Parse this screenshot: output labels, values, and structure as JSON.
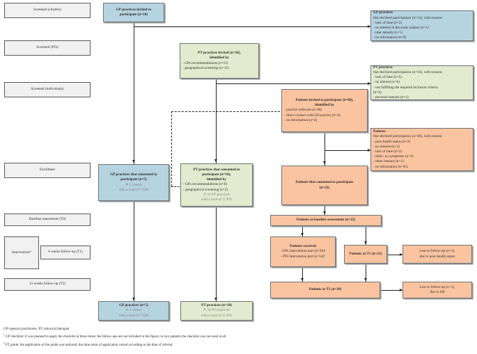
{
  "stage_labels": [
    {
      "id": "screened-clusters",
      "label": "Screened (clusters)"
    },
    {
      "id": "screened-pts",
      "label": "Screened (PTs)"
    },
    {
      "id": "screened-individuals",
      "label": "Screened (individuals)"
    },
    {
      "id": "enrolment",
      "label": "Enrolment"
    },
    {
      "id": "baseline",
      "label": "Baseline assessment (T0)"
    },
    {
      "id": "intervention",
      "label": "Intervention*"
    },
    {
      "id": "followup-t1",
      "label": "6 weeks follow-up (T1)"
    },
    {
      "id": "followup-t2",
      "label": "12 weeks follow-up (T2)"
    }
  ],
  "boxes": {
    "gp_invited": {
      "lines": [
        {
          "text": "GP practices invited to",
          "bold": true
        },
        {
          "text": "participate (n=18)",
          "bold": true
        }
      ],
      "color": "#b6d3e0"
    },
    "gp_declined": {
      "lines": [
        {
          "text": "GP practices",
          "bold": true
        },
        {
          "text": "that declined participation (n=13), with reasons",
          "bold": false
        },
        {
          "text": "- lack of time (n=2)",
          "bold": false
        },
        {
          "text": "- no interest in the study subject (n=1)",
          "bold": false
        },
        {
          "text": "- near annuity (n=1)",
          "bold": false
        },
        {
          "text": "- no information (n=9)",
          "bold": false
        }
      ],
      "color": "#b6d3e0"
    },
    "pt_invited": {
      "lines": [
        {
          "text": "PT practices invited (n=26),",
          "bold": true,
          "center": true
        },
        {
          "text": "identified by",
          "bold": true,
          "center": true
        },
        {
          "text": "- GPs recommendations (n=15)",
          "bold": false
        },
        {
          "text": "- geographical screening (n=11)",
          "bold": false
        }
      ],
      "color": "#e3ead0"
    },
    "pt_declined": {
      "lines": [
        {
          "text": "PT practices",
          "bold": true
        },
        {
          "text": "that declined participation (n=16), with reasons",
          "bold": false
        },
        {
          "text": "- lack of time (n=5)",
          "bold": false
        },
        {
          "text": "- no interest (n=6)",
          "bold": false
        },
        {
          "text": "- not fulfilling the required inclusion criteria",
          "bold": false
        },
        {
          "text": "  (n=4)",
          "bold": false
        },
        {
          "text": "- personal reasons (n=1)",
          "bold": false
        }
      ],
      "color": "#e3ead0"
    },
    "patients_invited": {
      "lines": [
        {
          "text": "Patients invited to participate (n=68),",
          "bold": true,
          "center": true
        },
        {
          "text": "identified by",
          "bold": true,
          "center": true
        },
        {
          "text": "- practice software (n=60)",
          "bold": false
        },
        {
          "text": "- direct contact with GP practice (n=4)",
          "bold": false
        },
        {
          "text": "- no information (n=4)",
          "bold": false
        }
      ],
      "color": "#fac4a1"
    },
    "patients_declined": {
      "lines": [
        {
          "text": "Patients",
          "bold": true
        },
        {
          "text": "that declined participation (n=46), with reasons",
          "bold": false
        },
        {
          "text": "- poor health status (n=3)",
          "bold": false
        },
        {
          "text": "- no interest (n=3)",
          "bold": false
        },
        {
          "text": "- lack of time (n=2)",
          "bold": false
        },
        {
          "text": "- mild / no symptoms (n=2)",
          "bold": false
        },
        {
          "text": "- other reasons (n=1)",
          "bold": false
        },
        {
          "text": "- no information (n=35)",
          "bold": false
        }
      ],
      "color": "#fac4a1"
    },
    "gp_consented": {
      "lines": [
        {
          "text": "GP practices that consented to",
          "bold": true
        },
        {
          "text": "participate (n=5)",
          "bold": true
        },
        {
          "text": "≙ 5 cluster",
          "bold": false,
          "grey": true
        },
        {
          "text": "with a total of 7 GPs",
          "bold": false,
          "grey": true
        }
      ],
      "color": "#b6d3e0"
    },
    "pt_consented": {
      "lines": [
        {
          "text": "PT practices that consented to",
          "bold": true,
          "center": true
        },
        {
          "text": "participate (n=10),",
          "bold": true,
          "center": true
        },
        {
          "text": "identified by",
          "bold": true,
          "center": true
        },
        {
          "text": "- GPs recommendations (n=8)",
          "bold": false
        },
        {
          "text": "- geographical screening (n=2)",
          "bold": false
        },
        {
          "text": "≙ 10 PT practices",
          "bold": false,
          "grey": true,
          "center": true
        },
        {
          "text": "with a total of 11 PTs",
          "bold": false,
          "grey": true,
          "center": true
        }
      ],
      "color": "#e3ead0"
    },
    "patients_consented": {
      "lines": [
        {
          "text": "Patients that consented to participate",
          "bold": true
        },
        {
          "text": "(n=22)",
          "bold": true
        }
      ],
      "color": "#fac4a1"
    },
    "patients_baseline": {
      "lines": [
        {
          "text": "Patients at baseline assessment (n=22)",
          "bold": true
        }
      ],
      "color": "#fac4a1"
    },
    "patients_received": {
      "lines": [
        {
          "text": "Patients received",
          "bold": true
        },
        {
          "text": "- GPs intervention part (n=20)¹",
          "bold": false
        },
        {
          "text": "- PTs intervention part (n=14)²",
          "bold": false
        }
      ],
      "color": "#fac4a1"
    },
    "patients_t1": {
      "lines": [
        {
          "text": "Patients at T1 (n=21)",
          "bold": true
        }
      ],
      "color": "#fac4a1"
    },
    "lost_t1": {
      "lines": [
        {
          "text": "Lost to follow-up (n=1),",
          "bold": false
        },
        {
          "text": "due to poor health status",
          "bold": false
        }
      ],
      "color": "#fac4a1"
    },
    "patients_t2": {
      "lines": [
        {
          "text": "Patients at T2 (n=20)",
          "bold": true
        }
      ],
      "color": "#fac4a1"
    },
    "lost_t2": {
      "lines": [
        {
          "text": "Lost to follow-up (n=1),",
          "bold": false
        },
        {
          "text": "due to fall",
          "bold": false
        }
      ],
      "color": "#fac4a1"
    },
    "gp_final": {
      "lines": [
        {
          "text": "GP practices (n=5)",
          "bold": true
        },
        {
          "text": "≙ 5 cluster",
          "bold": false,
          "grey": true
        },
        {
          "text": "with a total of 7 GPs",
          "bold": false,
          "grey": true
        }
      ],
      "color": "#b6d3e0"
    },
    "pt_final": {
      "lines": [
        {
          "text": "PT practices (n=10)",
          "bold": true
        },
        {
          "text": "≙ 10 PT practices",
          "bold": false,
          "grey": true
        },
        {
          "text": "with a total of 11 PTs",
          "bold": false,
          "grey": true
        }
      ],
      "color": "#e3ead0"
    }
  },
  "footnotes": {
    "abbrev": "GP=general practitioner, PT=physical therapist",
    "note1_marker": "1",
    "note1": "GP checklist: it was planned to apply the checklist at three times; the follow-ups are not included in the figure; in two patients the checklist was not used at all",
    "note2_marker": "2",
    "note2": "PT guide: the application of the guide was optional; the time point of application varied according to the date of referral"
  },
  "palette": {
    "gp_blue": "#b6d3e0",
    "pt_green": "#e3ead0",
    "patient_orange": "#fac4a1",
    "label_grey": "#f1f1f1",
    "stroke": "#58595b",
    "sub_text": "#7d7d7d"
  }
}
